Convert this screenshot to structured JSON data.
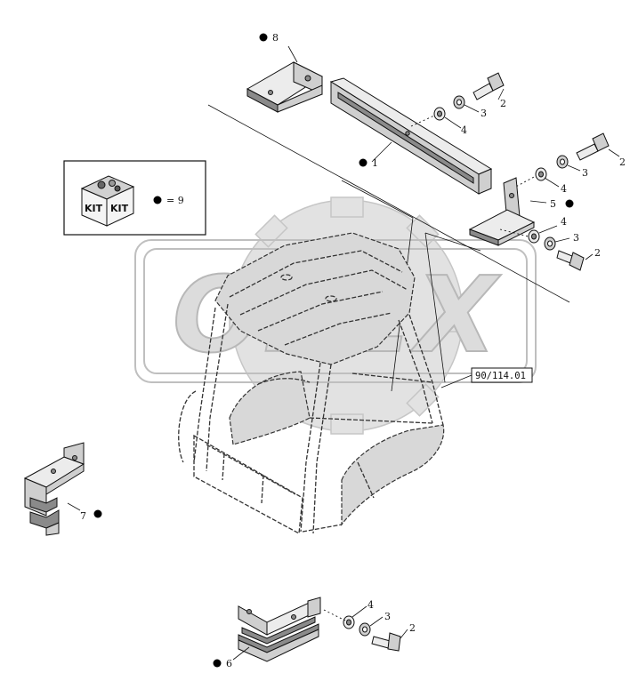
{
  "callouts": {
    "c1": "1",
    "c2a": "2",
    "c2b": "2",
    "c2c": "2",
    "c2d": "2",
    "c3a": "3",
    "c3b": "3",
    "c3c": "3",
    "c3d": "3",
    "c4a": "4",
    "c4b": "4",
    "c4c": "4",
    "c4d": "4",
    "c5": "5",
    "c6": "6",
    "c7": "7",
    "c8": "8"
  },
  "kit_box": {
    "kit_label_left": "KIT",
    "kit_label_right": "KIT",
    "equation": "= 9"
  },
  "reference_label": "90/114.01",
  "watermark_text": "OPEX",
  "colors": {
    "line": "#111111",
    "part_fill": "#cfcfcf",
    "watermark": "#c6c6c6"
  }
}
